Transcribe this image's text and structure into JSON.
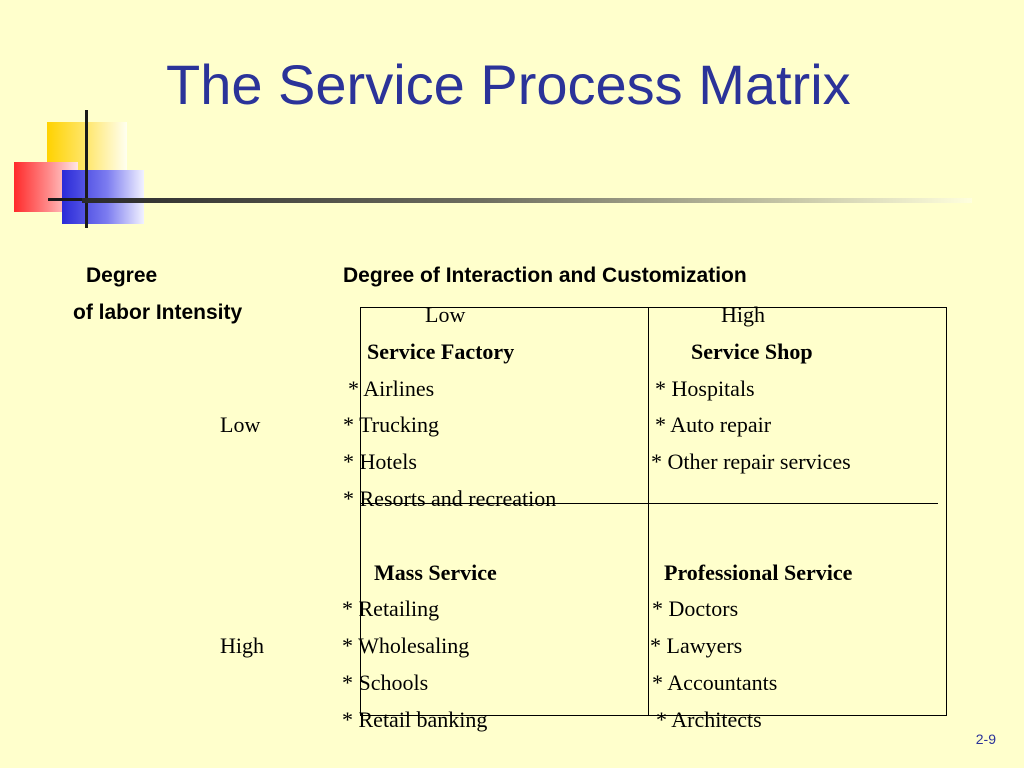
{
  "title": "The Service Process Matrix",
  "header": {
    "row_axis_line1": "Degree",
    "row_axis_line2": "of labor Intensity",
    "col_axis": "Degree of Interaction and Customization"
  },
  "columns": {
    "low": "Low",
    "high": "High"
  },
  "rows": {
    "low": "Low",
    "high": "High"
  },
  "quadrants": {
    "service_factory": {
      "title": "Service Factory",
      "items": [
        "*  Airlines",
        "*  Trucking",
        "*  Hotels",
        "*  Resorts and recreation"
      ]
    },
    "service_shop": {
      "title": "Service Shop",
      "items": [
        "*  Hospitals",
        "*  Auto repair",
        "*  Other repair services"
      ]
    },
    "mass_service": {
      "title": "Mass Service",
      "items": [
        "* Retailing",
        "* Wholesaling",
        "*  Schools",
        "*  Retail banking"
      ]
    },
    "professional_service": {
      "title": "Professional Service",
      "items": [
        "* Doctors",
        "* Lawyers",
        "* Accountants",
        "* Architects"
      ]
    }
  },
  "page_number": "2-9",
  "colors": {
    "background": "#FFFFCC",
    "title": "#2B3399",
    "logo_yellow": "#FFD200",
    "logo_red": "#FF2A2A",
    "logo_blue": "#2A2AD8"
  }
}
